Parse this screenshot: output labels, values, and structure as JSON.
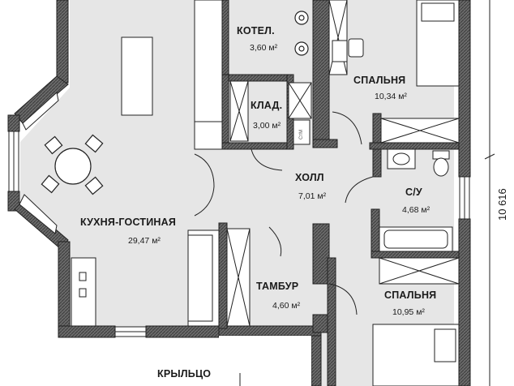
{
  "rooms": {
    "kitchen": {
      "name": "КУХНЯ-ГОСТИНАЯ",
      "area": "29,47 м²"
    },
    "boiler": {
      "name": "КОТЕЛ.",
      "area": "3,60 м²"
    },
    "pantry": {
      "name": "КЛАД.",
      "area": "3,00 м²"
    },
    "bedroom1": {
      "name": "СПАЛЬНЯ",
      "area": "10,34 м²"
    },
    "hall": {
      "name": "ХОЛЛ",
      "area": "7,01 м²"
    },
    "bathroom": {
      "name": "С/У",
      "area": "4,68 м²"
    },
    "vestibule": {
      "name": "ТАМБУР",
      "area": "4,60 м²"
    },
    "bedroom2": {
      "name": "СПАЛЬНЯ",
      "area": "10,95 м²"
    },
    "porch": {
      "name": "КРЫЛЬЦО"
    }
  },
  "dimension": {
    "label": "10 616"
  },
  "stm_label": "СтМ",
  "colors": {
    "floor": "#e6e6e6",
    "wall": "#4a4a4a",
    "line": "#222222",
    "fixture": "#ffffff"
  }
}
